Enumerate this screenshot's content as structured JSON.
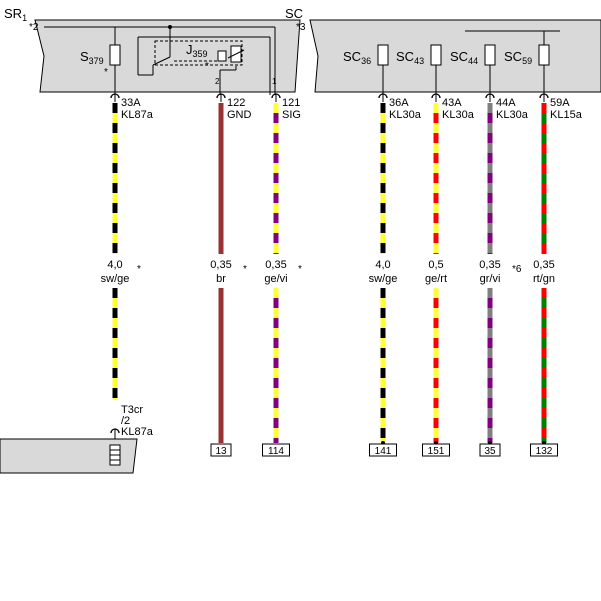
{
  "relay_panel": {
    "name": "SR",
    "name_sub": "1",
    "note": "*2",
    "fuse_s379": {
      "name": "S",
      "sub": "379",
      "note": "*"
    },
    "relay_j359": {
      "name": "J",
      "sub": "359",
      "note": "*",
      "pin_left": "2",
      "pin_right": "1"
    }
  },
  "fuse_box": {
    "name": "SC",
    "note": "*3",
    "fuses": [
      {
        "name": "SC",
        "sub": "36"
      },
      {
        "name": "SC",
        "sub": "43"
      },
      {
        "name": "SC",
        "sub": "44"
      },
      {
        "name": "SC",
        "sub": "59"
      }
    ]
  },
  "wires": [
    {
      "id": "33A",
      "signal": "KL87a",
      "gauge": "4,0",
      "color_code": "sw/ge",
      "note": "*",
      "colors": [
        "#000000",
        "#ffff33"
      ],
      "terminal": ""
    },
    {
      "id": "122",
      "signal": "GND",
      "gauge": "0,35",
      "color_code": "br",
      "note": "*",
      "colors": [
        "#993333",
        "#993333"
      ],
      "terminal": "13"
    },
    {
      "id": "121",
      "signal": "SIG",
      "gauge": "0,35",
      "color_code": "ge/vi",
      "note": "*",
      "colors": [
        "#ffff33",
        "#800080"
      ],
      "terminal": "114"
    },
    {
      "id": "36A",
      "signal": "KL30a",
      "gauge": "4,0",
      "color_code": "sw/ge",
      "note": "",
      "colors": [
        "#000000",
        "#ffff33"
      ],
      "terminal": "141"
    },
    {
      "id": "43A",
      "signal": "KL30a",
      "gauge": "0,5",
      "color_code": "ge/rt",
      "note": "",
      "colors": [
        "#ffff33",
        "#ff0000"
      ],
      "terminal": "151"
    },
    {
      "id": "44A",
      "signal": "KL30a",
      "gauge": "0,35",
      "color_code": "gr/vi",
      "note": "*6",
      "colors": [
        "#808080",
        "#800080"
      ],
      "terminal": "35"
    },
    {
      "id": "59A",
      "signal": "KL15a",
      "gauge": "0,35",
      "color_code": "rt/gn",
      "note": "",
      "colors": [
        "#ff0000",
        "#008000"
      ],
      "terminal": "132"
    }
  ],
  "connector": {
    "name": "T3cr",
    "pin": "/2",
    "signal": "KL87a"
  }
}
